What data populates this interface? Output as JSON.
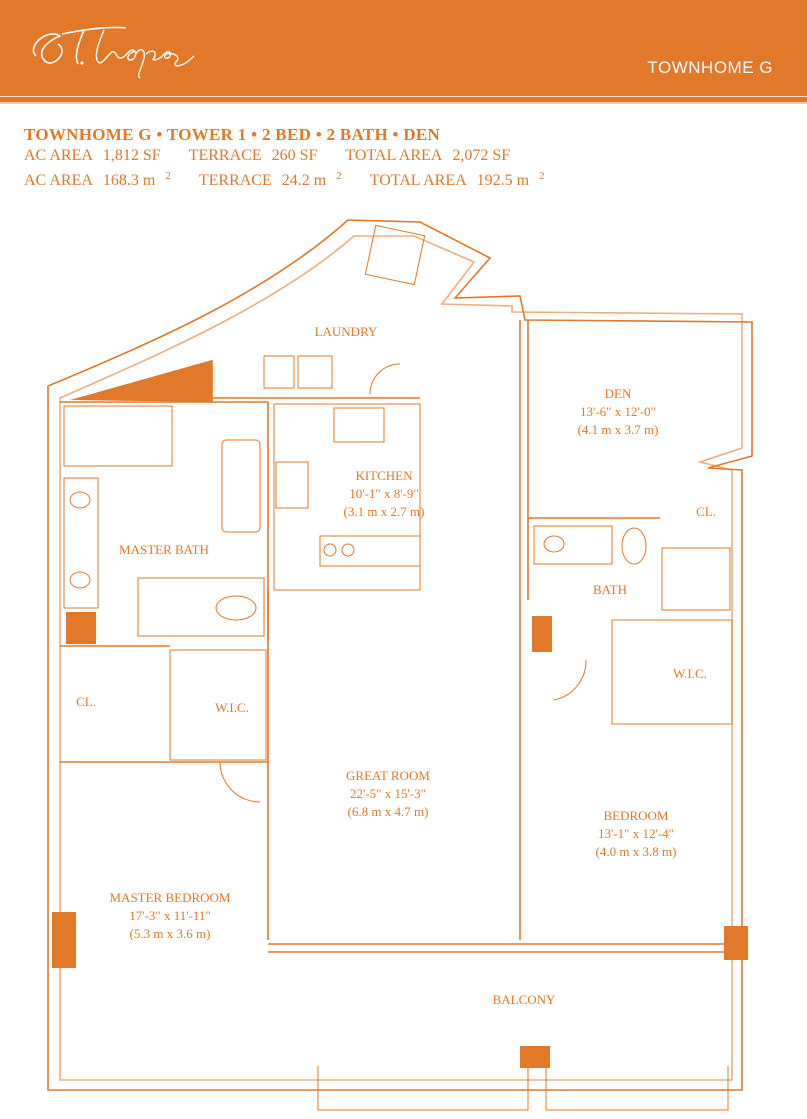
{
  "brand": {
    "logo_text": "St.Tropez"
  },
  "header": {
    "label": "TOWNHOME G"
  },
  "specs": {
    "title": "TOWNHOME G • TOWER 1 • 2 BED • 2 BATH • DEN",
    "imperial": [
      {
        "label": "AC AREA",
        "value": "1,812 SF"
      },
      {
        "label": "TERRACE",
        "value": "260 SF"
      },
      {
        "label": "TOTAL AREA",
        "value": "2,072 SF"
      }
    ],
    "metric": [
      {
        "label": "AC AREA",
        "value": "168.3 m",
        "unit": "2"
      },
      {
        "label": "TERRACE",
        "value": "24.2 m",
        "unit": "2"
      },
      {
        "label": "TOTAL AREA",
        "value": "192.5 m",
        "unit": "2"
      }
    ]
  },
  "rooms": {
    "laundry": {
      "name": "LAUNDRY"
    },
    "den": {
      "name": "DEN",
      "dim": "13'-6\" x 12'-0\"",
      "metric": "(4.1 m x 3.7 m)"
    },
    "kitchen": {
      "name": "KITCHEN",
      "dim": "10'-1\" x 8'-9\"",
      "metric": "(3.1 m x 2.7 m)"
    },
    "master_bath": {
      "name": "MASTER BATH"
    },
    "bath": {
      "name": "BATH"
    },
    "closet_left": {
      "name": "CL."
    },
    "closet_right": {
      "name": "CL."
    },
    "wic_left": {
      "name": "W.I.C."
    },
    "wic_right": {
      "name": "W.I.C."
    },
    "great_room": {
      "name": "GREAT ROOM",
      "dim": "22'-5\" x 15'-3\"",
      "metric": "(6.8 m x 4.7 m)"
    },
    "bedroom": {
      "name": "BEDROOM",
      "dim": "13'-1\" x 12'-4\"",
      "metric": "(4.0 m x 3.8 m)"
    },
    "master_bedroom": {
      "name": "MASTER BEDROOM",
      "dim": "17'-3\" x 11'-11\"",
      "metric": "(5.3 m x 3.6 m)"
    },
    "balcony": {
      "name": "BALCONY"
    }
  },
  "colors": {
    "accent": "#e1782a",
    "background": "#ffffff"
  }
}
